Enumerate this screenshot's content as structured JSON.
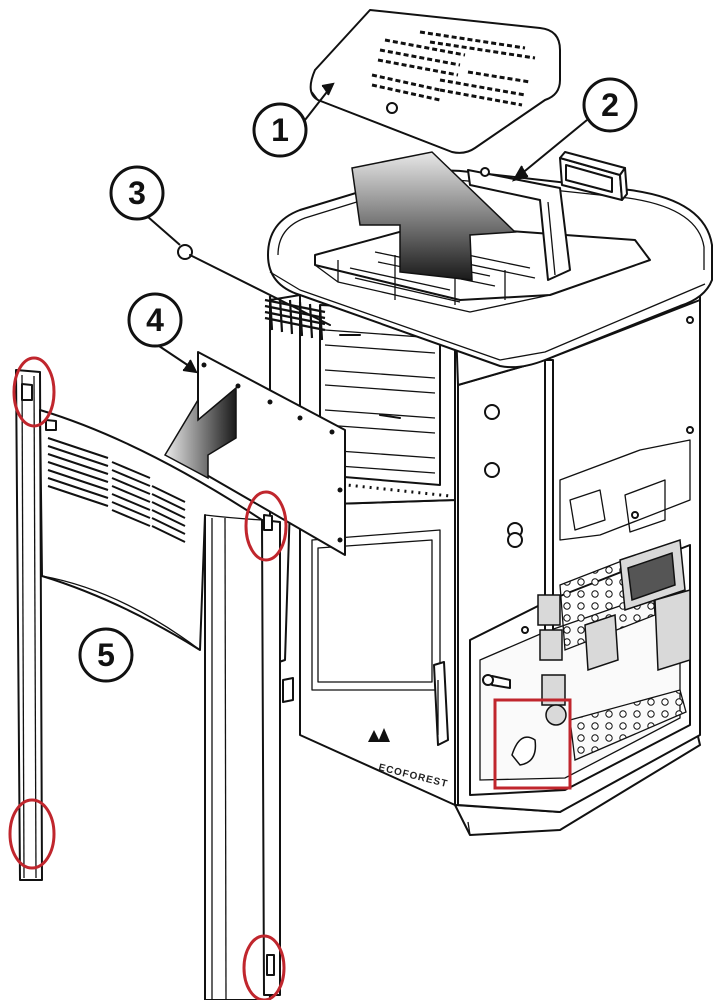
{
  "callouts": [
    {
      "id": "1",
      "label": "1"
    },
    {
      "id": "2",
      "label": "2"
    },
    {
      "id": "3",
      "label": "3"
    },
    {
      "id": "4",
      "label": "4"
    },
    {
      "id": "5",
      "label": "5"
    }
  ],
  "brand": {
    "text": "ECOFOREST"
  },
  "colors": {
    "line": "#111111",
    "highlight": "#c0262d",
    "arrow_dark": "#333333",
    "arrow_light": "#e6e6e6",
    "background": "#ffffff"
  },
  "icons": {
    "arrow_up": "upward-arrow-icon",
    "arrow_left": "leftward-arrow-icon",
    "brush": "cleaning-brush-icon"
  }
}
